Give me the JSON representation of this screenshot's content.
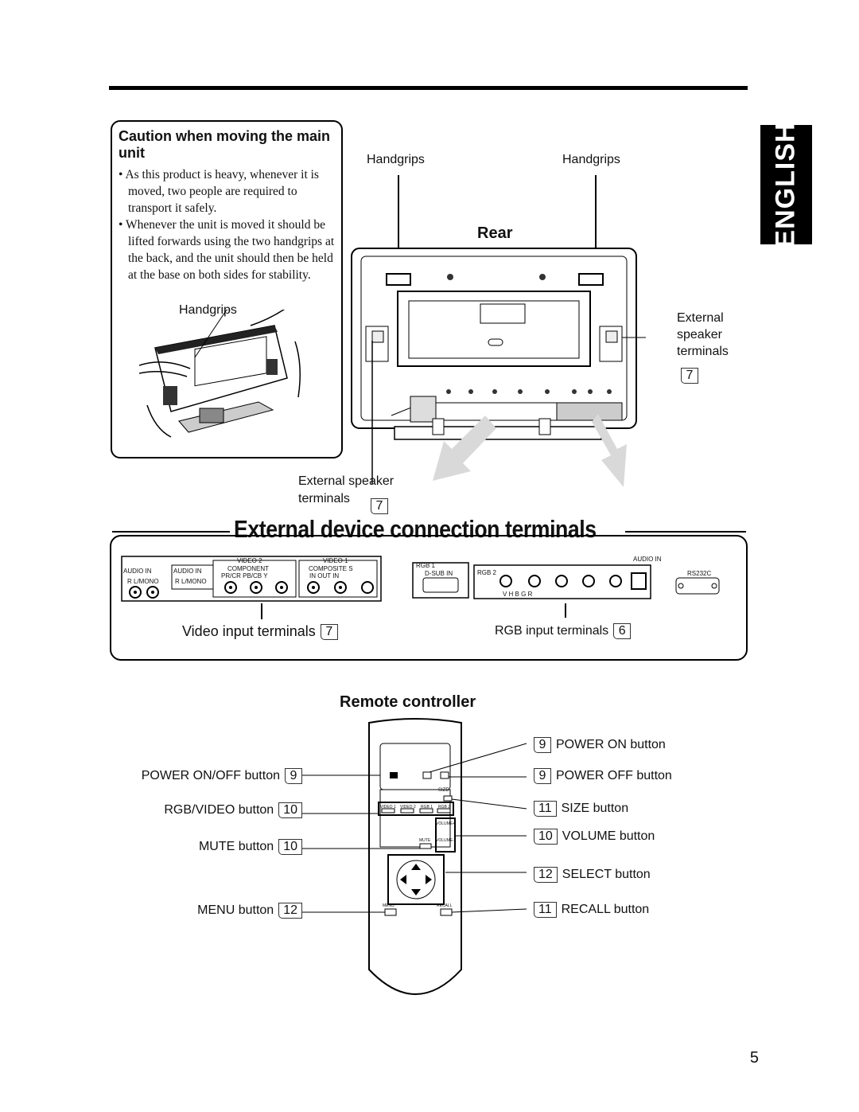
{
  "side_tab": "ENGLISH",
  "caution": {
    "title": "Caution when moving the main unit",
    "bullets": [
      "As this product is heavy, whenever it is moved, two people are required to transport it safely.",
      "Whenever the unit is moved it should be lifted forwards using the two handgrips at the back, and the unit should then be held at the base on both sides for stability."
    ],
    "handgrips_label": "Handgrips"
  },
  "rear": {
    "title": "Rear",
    "handgrips_left": "Handgrips",
    "handgrips_right": "Handgrips",
    "ext_speaker_right": [
      "External",
      "speaker",
      "terminals"
    ],
    "ext_speaker_right_ref": "7",
    "ext_speaker_bottom_1": "External speaker",
    "ext_speaker_bottom_2": "terminals",
    "ext_speaker_bottom_ref": "7"
  },
  "connections": {
    "title": "External device connection terminals",
    "video_panel": {
      "audio_in_1": "AUDIO IN",
      "audio_in_1_sub": "R  L/MONO",
      "audio_in_2": "AUDIO IN",
      "audio_in_2_sub": "R  L/MONO",
      "video2": "VIDEO 2",
      "component": "COMPONENT",
      "component_sub": "PR/CR  PB/CB   Y",
      "video1": "VIDEO 1",
      "composite": "COMPOSITE   S",
      "composite_sub": "IN    OUT    IN"
    },
    "rgb_panel": {
      "rgb1": "RGB 1",
      "dsub": "D-SUB IN",
      "rgb2": "RGB 2",
      "audio_in": "AUDIO IN",
      "rgb2_sub": "V      H      B      G      R",
      "rs232c": "RS232C"
    },
    "video_label": "Video input terminals",
    "video_ref": "7",
    "rgb_label": "RGB input terminals",
    "rgb_ref": "6"
  },
  "remote": {
    "title": "Remote controller",
    "left": [
      {
        "label": "POWER ON/OFF button",
        "ref": "9"
      },
      {
        "label": "RGB/VIDEO button",
        "ref": "10"
      },
      {
        "label": "MUTE button",
        "ref": "10"
      },
      {
        "label": "MENU button",
        "ref": "12"
      }
    ],
    "right": [
      {
        "label": "POWER ON button",
        "ref": "9"
      },
      {
        "label": "POWER OFF button",
        "ref": "9"
      },
      {
        "label": "SIZE button",
        "ref": "11"
      },
      {
        "label": "VOLUME button",
        "ref": "10"
      },
      {
        "label": "SELECT button",
        "ref": "12"
      },
      {
        "label": "RECALL button",
        "ref": "11"
      }
    ],
    "keys": {
      "size": "SIZE",
      "video1": "VIDEO 1",
      "video2": "VIDEO 2",
      "rgb1": "RGB 1",
      "rgb2": "RGB 2",
      "mute": "MUTE",
      "volume_up": "VOLUME+",
      "volume_down": "VOLUME-",
      "menu": "MENU",
      "recall": "RECALL"
    }
  },
  "page_number": "5"
}
